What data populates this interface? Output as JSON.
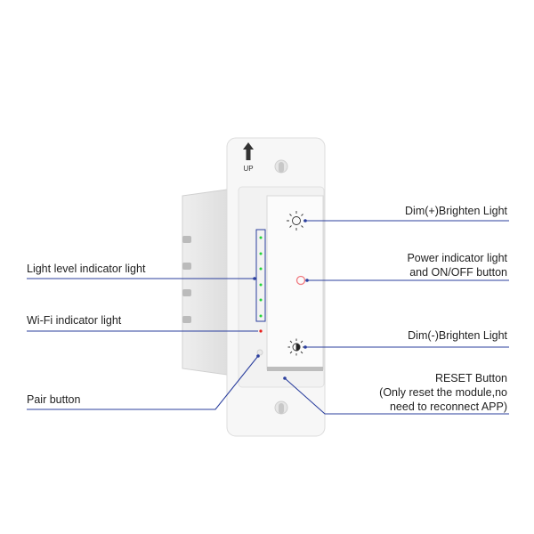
{
  "device": {
    "up_label": "UP",
    "line_color": "#2b3f9e",
    "led_color": "#22d63a",
    "wifi_led_color": "#e8201c",
    "power_ring_color": "#f07a80"
  },
  "labels": {
    "dim_plus": "Dim(+)Brighten Light",
    "power_line1": "Power indicator light",
    "power_line2": "and ON/OFF button",
    "dim_minus": "Dim(-)Brighten Light",
    "reset_line1": "RESET Button",
    "reset_line2": "(Only reset the module,no",
    "reset_line3": "need to reconnect APP)",
    "light_level": "Light level indicator light",
    "wifi": "Wi-Fi indicator light",
    "pair": "Pair button"
  }
}
